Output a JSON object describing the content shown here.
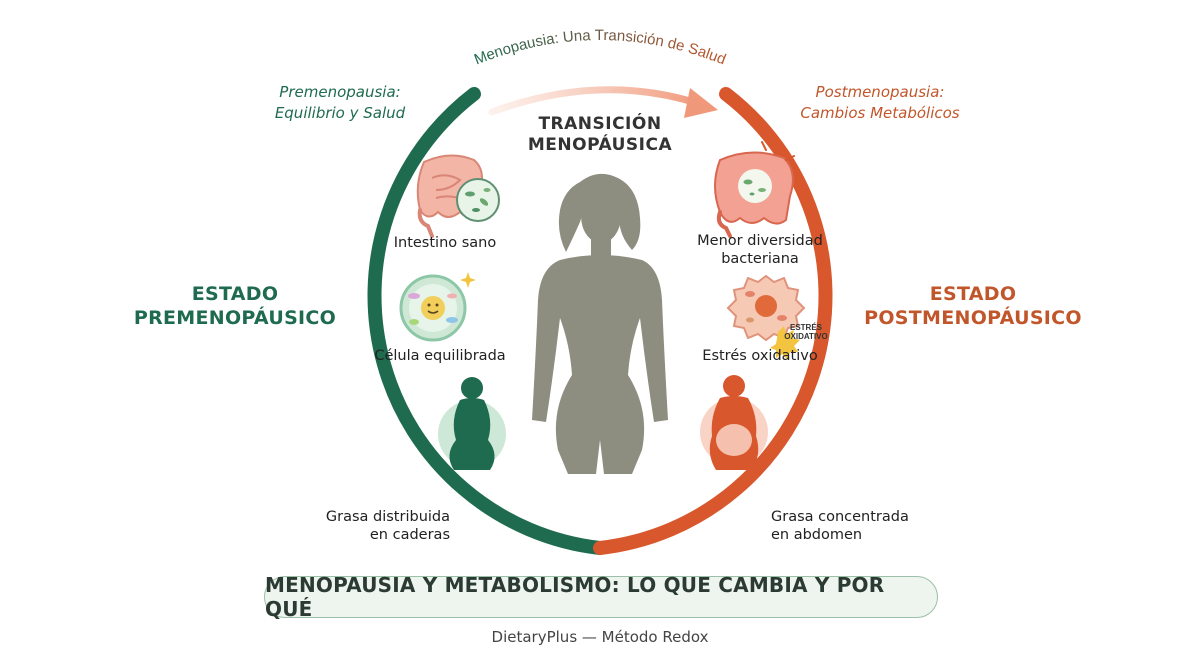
{
  "arc_title": "Menopausia: Una Transición de Salud",
  "pre": {
    "subtitle_line1": "Premenopausia:",
    "subtitle_line2": "Equilibrio y Salud",
    "state_line1": "ESTADO",
    "state_line2": "PREMENOPÁUSICO",
    "items": [
      {
        "label": "Intestino sano",
        "icon": "healthy-gut-icon"
      },
      {
        "label": "Célula equilibrada",
        "icon": "balanced-cell-icon"
      },
      {
        "label_line1": "Grasa distribuida",
        "label_line2": "en caderas",
        "icon": "hip-fat-silhouette-icon"
      }
    ]
  },
  "post": {
    "subtitle_line1": "Postmenopausia:",
    "subtitle_line2": "Cambios Metabólicos",
    "state_line1": "ESTADO",
    "state_line2": "POSTMENOPÁUSICO",
    "items": [
      {
        "label_line1": "Menor diversidad",
        "label_line2": "bacteriana",
        "icon": "inflamed-gut-icon"
      },
      {
        "label": "Estrés oxidativo",
        "icon": "stressed-cell-icon",
        "badge_line1": "ESTRÉS",
        "badge_line2": "OXIDATIVO"
      },
      {
        "label_line1": "Grasa concentrada",
        "label_line2": "en abdomen",
        "icon": "abdominal-fat-silhouette-icon"
      }
    ]
  },
  "transition": {
    "line1": "TRANSICIÓN",
    "line2": "MENOPÁUSICA",
    "icon": "female-silhouette-icon"
  },
  "banner": "MENOPAUSIA Y METABOLISMO: LO QUE CAMBIA Y POR QUÉ",
  "footer": "DietaryPlus — Método Redox",
  "colors": {
    "green": "#1e6b4f",
    "orange": "#d9572c",
    "arrow": "#f0987a",
    "figure": "#8d8e7f",
    "banner_bg": "#eef5ef"
  }
}
